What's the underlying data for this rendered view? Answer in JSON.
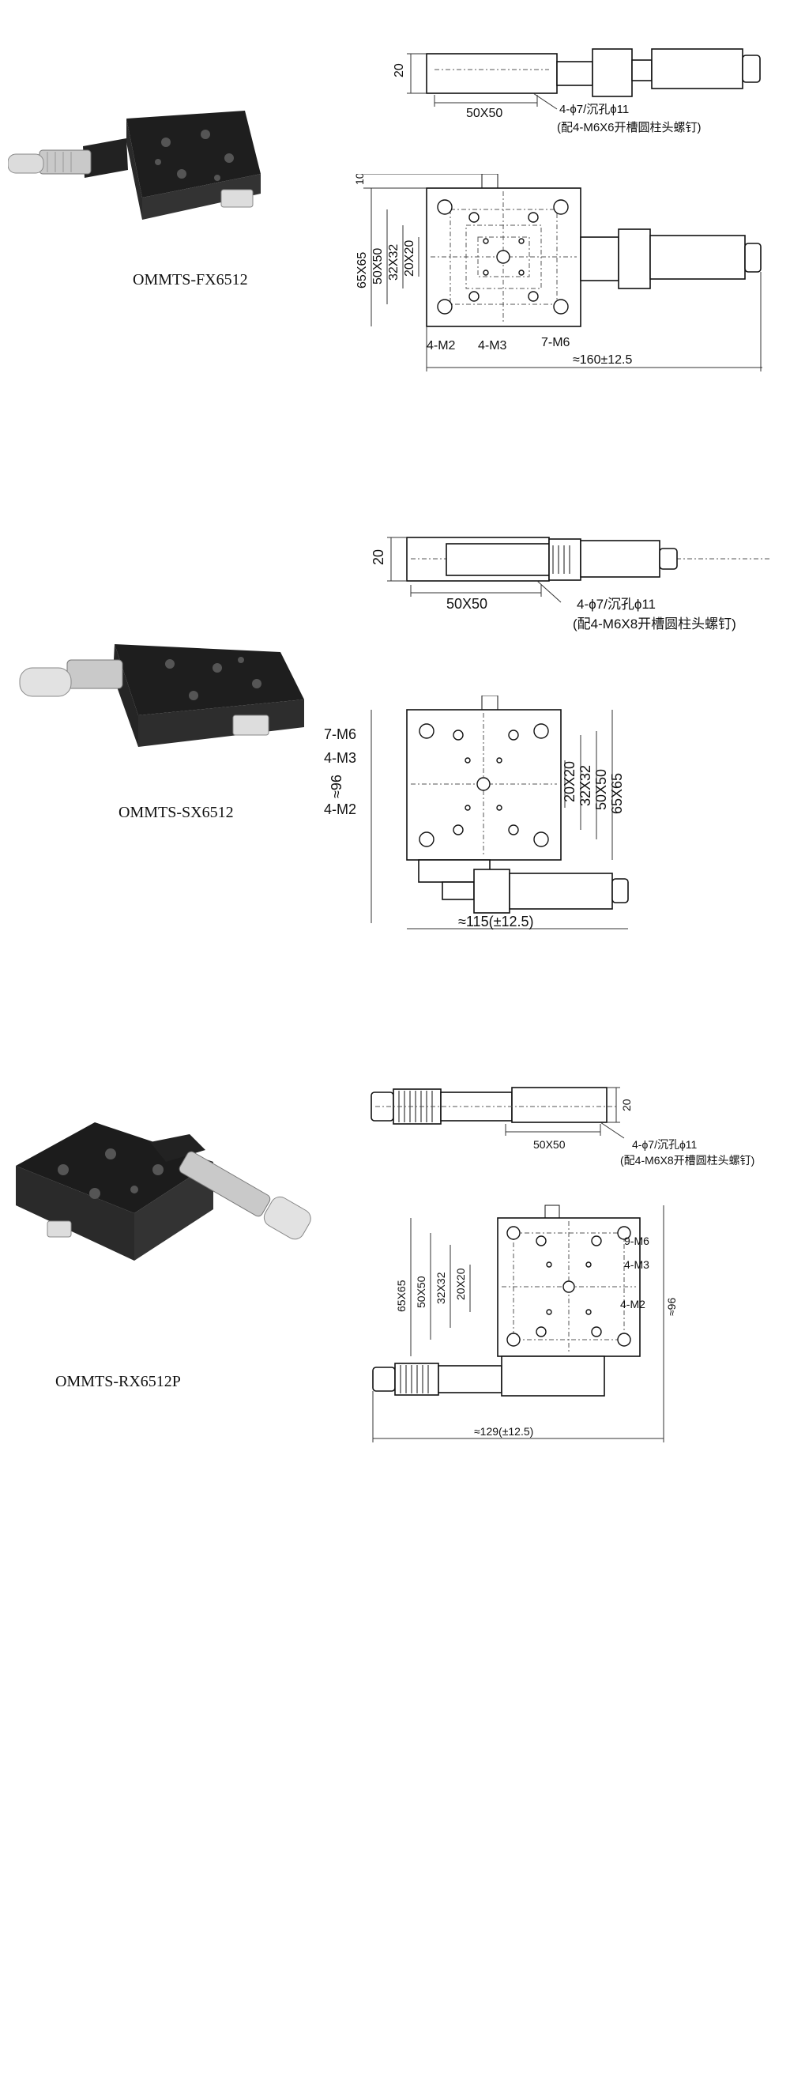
{
  "products": [
    {
      "model": "OMMTS-FX6512",
      "side_view": {
        "height_dim": "20",
        "base_dim": "50X50",
        "hole_note": "4-ϕ7/沉孔ϕ11",
        "screw_note": "(配4-M6X6开槽圆柱头螺钉)"
      },
      "top_view": {
        "top_dim": "10",
        "outer_dim": "65X65",
        "inner_dims": [
          "50X50",
          "32X32",
          "20X20"
        ],
        "hole_labels": [
          "4-M2",
          "4-M3",
          "7-M6"
        ],
        "length_dim": "≈160±12.5"
      }
    },
    {
      "model": "OMMTS-SX6512",
      "side_view": {
        "height_dim": "20",
        "base_dim": "50X50",
        "hole_note": "4-ϕ7/沉孔ϕ11",
        "screw_note": "(配4-M6X8开槽圆柱头螺钉)"
      },
      "top_view": {
        "hole_labels": [
          "7-M6",
          "4-M3",
          "4-M2"
        ],
        "height_dim": "≈96",
        "inner_dims": [
          "20X20",
          "32X32",
          "50X50",
          "65X65"
        ],
        "length_dim": "≈115(±12.5)"
      }
    },
    {
      "model": "OMMTS-RX6512P",
      "side_view": {
        "height_dim": "20",
        "base_dim": "50X50",
        "hole_note": "4-ϕ7/沉孔ϕ11",
        "screw_note": "(配4-M6X8开槽圆柱头螺钉)"
      },
      "top_view": {
        "outer_dims": [
          "65X65",
          "50X50",
          "32X32",
          "20X20"
        ],
        "hole_labels": [
          "9-M6",
          "4-M3",
          "4-M2"
        ],
        "height_dim": "≈96",
        "length_dim": "≈129(±12.5)"
      }
    }
  ],
  "colors": {
    "stage_body": "#222222",
    "micrometer": "#c9c9c9",
    "line": "#111111"
  }
}
